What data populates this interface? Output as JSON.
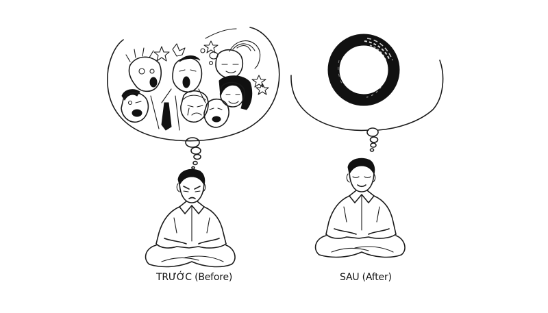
{
  "panels": [
    {
      "id": "before",
      "caption": "TRƯỚC (Before)",
      "thought_bubble": "chaotic crowd of shouting, laughing, crying faces with stars and sparks",
      "figure": "man meditating cross-legged with frowning, tense face"
    },
    {
      "id": "after",
      "caption": "SAU (After)",
      "thought_bubble": "single black ink enso circle",
      "figure": "man meditating cross-legged with calm, smiling face"
    }
  ],
  "colors": {
    "background": "#ffffff",
    "ink": "#1a1a1a"
  }
}
